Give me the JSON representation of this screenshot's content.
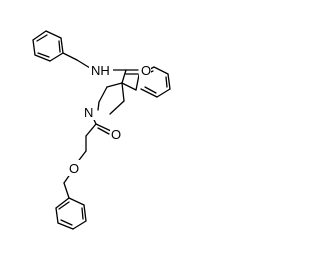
{
  "molecule": {
    "atoms": {
      "nh": "NH",
      "carbonyl_oxygen": "O",
      "ring_nitrogen": "N",
      "carbamate_carbonyl_oxygen": "O",
      "ester_oxygen": "O"
    },
    "colors": {
      "bond": "#000000",
      "label": "#000000",
      "background": "#ffffff"
    }
  }
}
